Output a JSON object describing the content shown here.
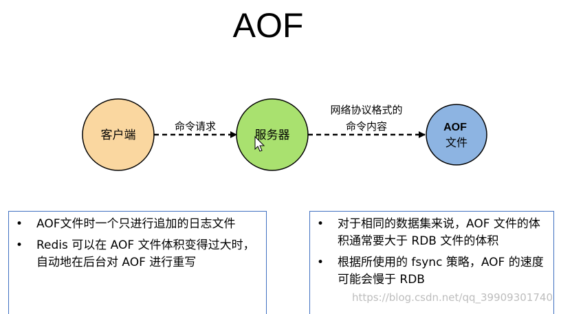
{
  "title": "AOF",
  "nodes": {
    "client": {
      "label": "客户端",
      "color": "#fad7a0"
    },
    "server": {
      "label": "服务器",
      "color": "#a9e16f"
    },
    "aof_file": {
      "line1": "AOF",
      "line2": "文件",
      "color": "#8db4e2"
    }
  },
  "edges": {
    "request": {
      "label": "命令请求"
    },
    "protocol": {
      "line1": "网络协议格式的",
      "line2": "命令内容"
    }
  },
  "left_box": {
    "items": [
      "AOF文件时一个只进行追加的日志文件",
      "Redis 可以在 AOF 文件体积变得过大时，自动地在后台对 AOF 进行重写"
    ]
  },
  "right_box": {
    "items": [
      "对于相同的数据集来说，AOF 文件的体积通常要大于 RDB 文件的体积",
      "根据所使用的 fsync 策略，AOF 的速度可能会慢于 RDB"
    ]
  },
  "watermark": "https://blog.csdn.net/qq_39909301740"
}
